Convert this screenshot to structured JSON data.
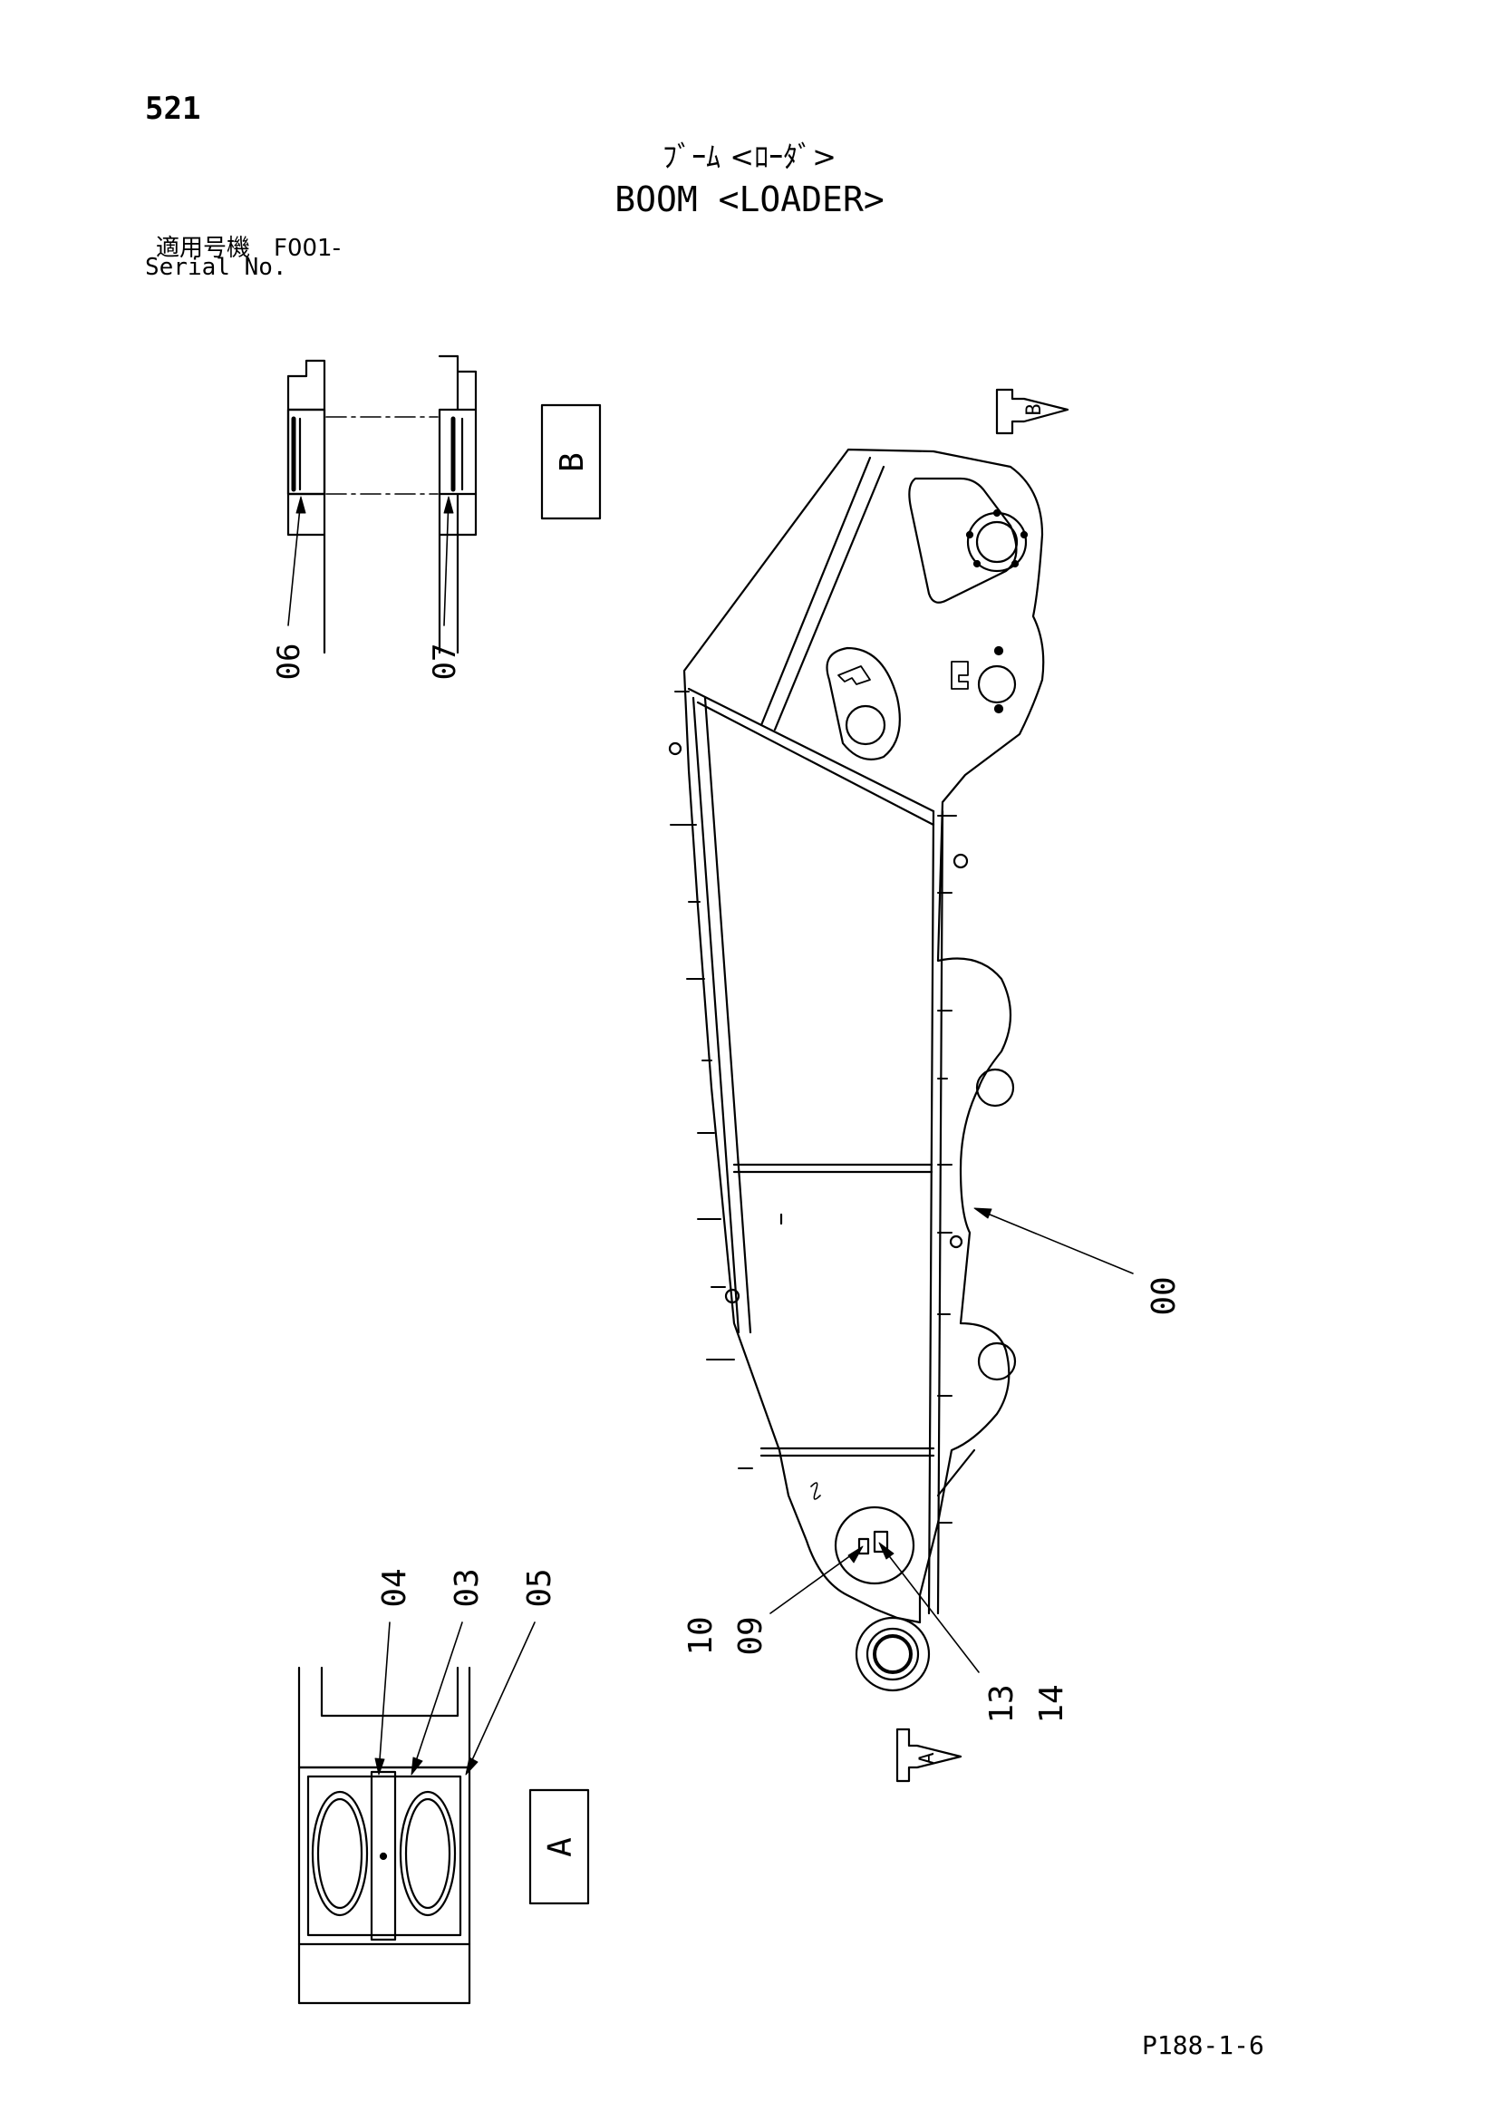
{
  "header": {
    "page_number": "521",
    "title_jp": "ﾌﾞｰﾑ <ﾛｰﾀﾞ>",
    "title_en": "BOOM <LOADER>",
    "serial_label_jp": "適用号機　F001-",
    "serial_label_en": "Serial No."
  },
  "views": {
    "view_a_label": "A",
    "view_b_label": "B"
  },
  "arrows": {
    "arrow_a_label": "A",
    "arrow_b_label": "B"
  },
  "part_callouts": {
    "p00": "00",
    "p03": "03",
    "p04": "04",
    "p05": "05",
    "p06": "06",
    "p07": "07",
    "p09": "09",
    "p10": "10",
    "p13": "13",
    "p14": "14"
  },
  "footer": {
    "drawing_code": "P188-1-6"
  }
}
